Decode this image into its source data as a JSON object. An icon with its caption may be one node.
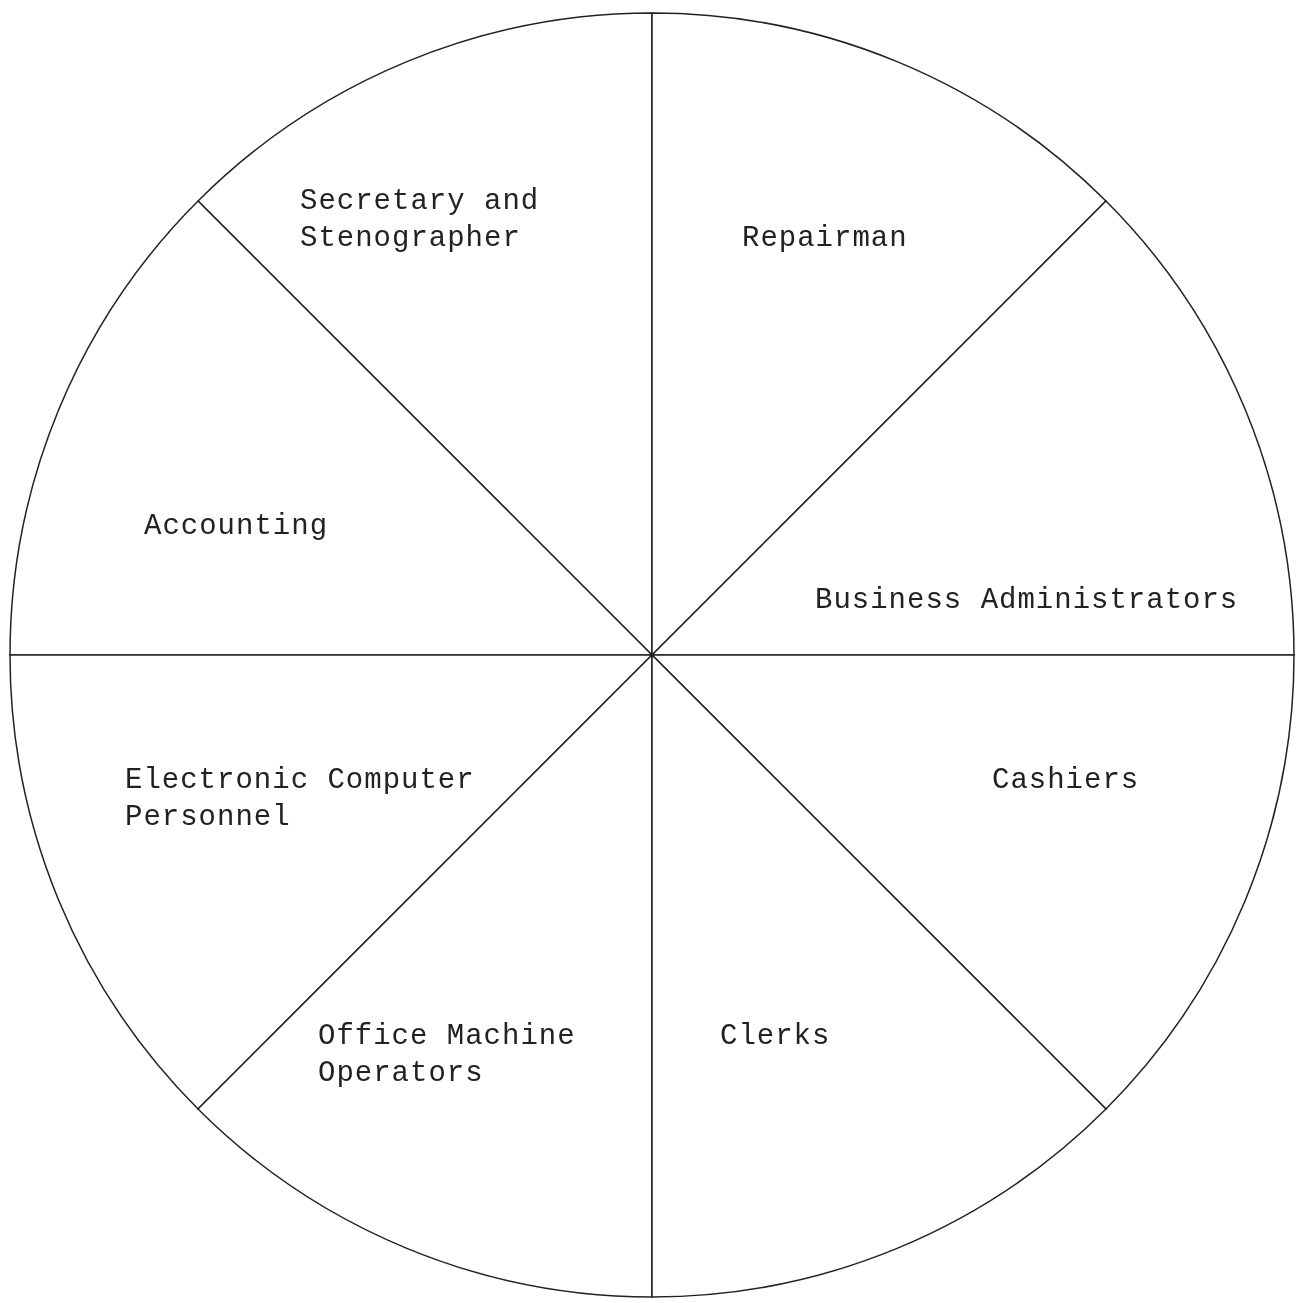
{
  "diagram": {
    "nodes": [
      {
        "text": [
          "Secretary and Stenographer"
        ]
      },
      {
        "text": [
          "Repairman"
        ]
      },
      {
        "text": [
          "Accounting"
        ]
      },
      {
        "text": [
          "Business Administrators"
        ]
      },
      {
        "text": [
          "Electronic Computer Personnel"
        ]
      },
      {
        "text": [
          "Cashiers"
        ]
      },
      {
        "text": [
          "Office Machine Operators"
        ]
      },
      {
        "text": [
          "Clerks"
        ]
      }
    ]
  }
}
